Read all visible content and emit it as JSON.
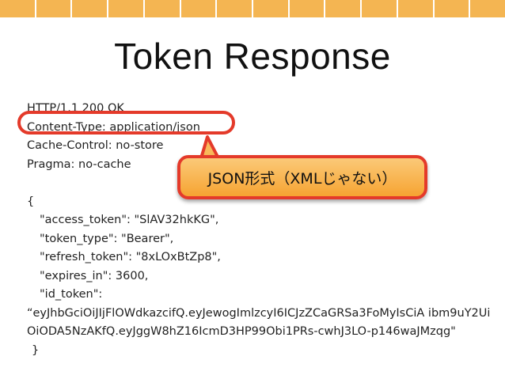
{
  "top_bar": {
    "colors": [
      "#f4b552",
      "#f4b552",
      "#f4b552",
      "#f4b552",
      "#f4b552",
      "#f4b552",
      "#f4b552",
      "#f4b552",
      "#f4b552",
      "#f4b552",
      "#f4b552",
      "#f4b552",
      "#f4b552",
      "#f4b552"
    ]
  },
  "title": "Token Response",
  "http_lines": {
    "status": "HTTP/1.1 200 OK",
    "content_type": "Content-Type: application/json",
    "cache_control": "Cache-Control: no-store",
    "pragma": "Pragma: no-cache"
  },
  "json_body": {
    "open_brace": "{",
    "access_token": "\"access_token\": \"SlAV32hkKG\",",
    "token_type": "\"token_type\": \"Bearer\",",
    "refresh_token": "\"refresh_token\": \"8xLOxBtZp8\",",
    "expires_in": "\"expires_in\": 3600,",
    "id_token_key": "\"id_token\":",
    "id_token_value": "“eyJhbGciOiJIjFlOWdkazcifQ.eyJewogImlzcyI6ICJzZCaGRSa3FoMyIsCiA ibm9uY2UiOiODA5NzAKfQ.eyJggW8hZ16IcmD3HP99Obi1PRs-cwhJ3LO-p146waJMzqg\"",
    "close_brace": "}"
  },
  "callout": {
    "text": "JSON形式（XMLじゃない）",
    "colors": {
      "border": "#e43a2a",
      "fill_top": "#fbc978",
      "fill_bottom": "#f6a432"
    }
  }
}
